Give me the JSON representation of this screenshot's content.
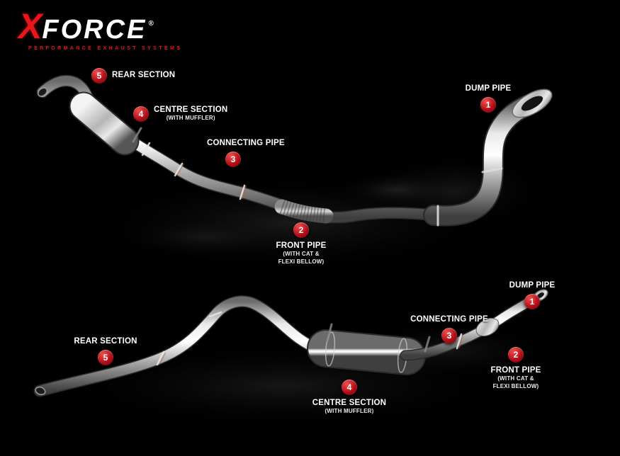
{
  "logo": {
    "brand_x": "X",
    "brand_rest": "FORCE",
    "registered": "®",
    "tagline": "PERFORMANCE EXHAUST SYSTEMS"
  },
  "colors": {
    "background": "#000000",
    "badge_red": "#b00d15",
    "logo_red": "#e8151b",
    "label_text": "#ffffff",
    "metal_highlight": "#ffffff",
    "metal_shadow": "#3f3f3f"
  },
  "labels": {
    "top": {
      "dump": {
        "num": "1",
        "title": "DUMP PIPE"
      },
      "front": {
        "num": "2",
        "title": "FRONT PIPE",
        "sub1": "(WITH CAT &",
        "sub2": "FLEXI BELLOW)"
      },
      "connecting": {
        "num": "3",
        "title": "CONNECTING PIPE"
      },
      "centre": {
        "num": "4",
        "title": "CENTRE SECTION",
        "sub1": "(WITH MUFFLER)"
      },
      "rear": {
        "num": "5",
        "title": "REAR SECTION"
      }
    },
    "bottom": {
      "dump": {
        "num": "1",
        "title": "DUMP PIPE"
      },
      "front": {
        "num": "2",
        "title": "FRONT PIPE",
        "sub1": "(WITH CAT &",
        "sub2": "FLEXI BELLOW)"
      },
      "connecting": {
        "num": "3",
        "title": "CONNECTING PIPE"
      },
      "centre": {
        "num": "4",
        "title": "CENTRE SECTION",
        "sub1": "(WITH MUFFLER)"
      },
      "rear": {
        "num": "5",
        "title": "REAR SECTION"
      }
    }
  }
}
